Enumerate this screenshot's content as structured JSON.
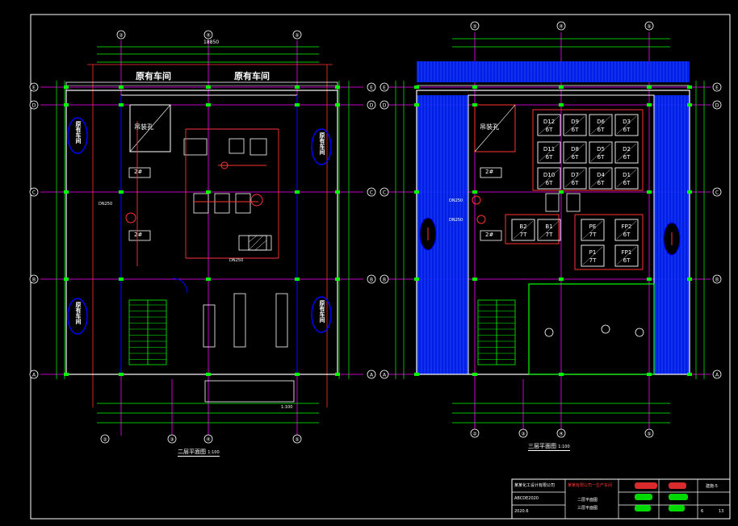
{
  "colors": {
    "background": "#000000",
    "wall": "#ffffff",
    "axis": "#ff00ff",
    "dim": "#00ff00",
    "equip": "#ff3333",
    "water": "#0000ff",
    "hatch": "#3a6cff",
    "text_yellow": "#ffff00",
    "stair": "#00ff00"
  },
  "left_plan": {
    "axes_top": [
      "②",
      "④",
      "⑤"
    ],
    "axes_bottom": [
      "②",
      "③",
      "④",
      "⑤"
    ],
    "axes_rows": [
      "E",
      "D",
      "C",
      "B",
      "A"
    ],
    "top_dim": "18850",
    "existing_workshop_1": "原有车间",
    "existing_workshop_2": "原有车间",
    "hoist_hole": "吊装孔",
    "side_labels": [
      "原有车间",
      "原有车间",
      "原有车间",
      "原有车间"
    ],
    "labels": [
      "2#",
      "2#",
      "DN250",
      "DN250",
      "1:100"
    ],
    "title": "二层平面图",
    "scale": "1:100"
  },
  "right_plan": {
    "axes_top": [
      "②",
      "④",
      "⑤"
    ],
    "axes_bottom": [
      "②",
      "③",
      "④",
      "⑤"
    ],
    "axes_rows": [
      "E",
      "D",
      "C",
      "B",
      "A"
    ],
    "hoist_hole": "吊装孔",
    "tank_row1": [
      [
        "D12",
        "6T"
      ],
      [
        "D9",
        "6T"
      ],
      [
        "D6",
        "6T"
      ],
      [
        "D3",
        "6T"
      ]
    ],
    "tank_row2": [
      [
        "D11",
        "6T"
      ],
      [
        "D8",
        "6T"
      ],
      [
        "D5",
        "6T"
      ],
      [
        "D2",
        "6T"
      ]
    ],
    "tank_row3": [
      [
        "D10",
        "6T"
      ],
      [
        "D7",
        "6T"
      ],
      [
        "D4",
        "6T"
      ],
      [
        "D1",
        "6T"
      ]
    ],
    "tank_row4": [
      [
        "B2",
        "7T"
      ],
      [
        "B1",
        "7T"
      ],
      [
        "PE",
        "7T"
      ],
      [
        "FP2",
        "6T"
      ]
    ],
    "tank_row5": [
      [
        "P1",
        "7T"
      ],
      [
        "FP1",
        "6T"
      ]
    ],
    "labels": [
      "2#",
      "2#",
      "DN250",
      "DN250"
    ],
    "title": "三层平面图",
    "scale": "1:100"
  },
  "title_block": {
    "company": "某某化工设计有限公司",
    "project": "某某有限公司一生产车间",
    "drawing_1": "二层平面图",
    "drawing_2": "三层平面图",
    "code": "建施-5",
    "sheet": "6",
    "total": "13",
    "field_1": "ABCDE2020",
    "field_2": "2020.6"
  }
}
